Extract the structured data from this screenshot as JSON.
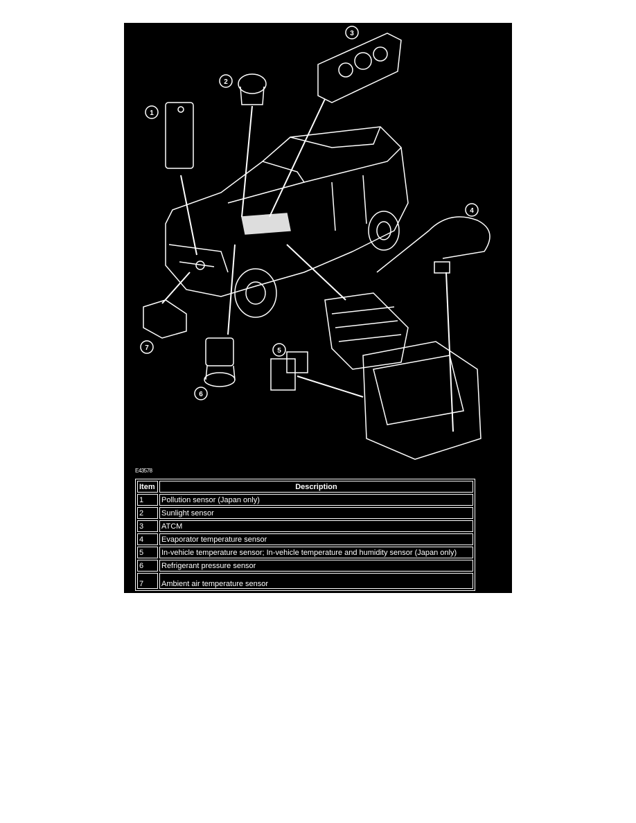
{
  "figure": {
    "code": "E43578",
    "callouts": [
      "1",
      "2",
      "3",
      "4",
      "5",
      "6",
      "7"
    ]
  },
  "table": {
    "headers": {
      "item": "Item",
      "description": "Description"
    },
    "rows": [
      {
        "item": "1",
        "description": "Pollution sensor (Japan only)"
      },
      {
        "item": "2",
        "description": "Sunlight sensor"
      },
      {
        "item": "3",
        "description": "ATCM"
      },
      {
        "item": "4",
        "description": "Evaporator temperature sensor"
      },
      {
        "item": "5",
        "description": "In-vehicle temperature sensor; In-vehicle temperature and humidity sensor (Japan only)"
      },
      {
        "item": "6",
        "description": "Refrigerant pressure sensor"
      },
      {
        "item": "7",
        "description": "Ambient air temperature sensor"
      }
    ]
  }
}
